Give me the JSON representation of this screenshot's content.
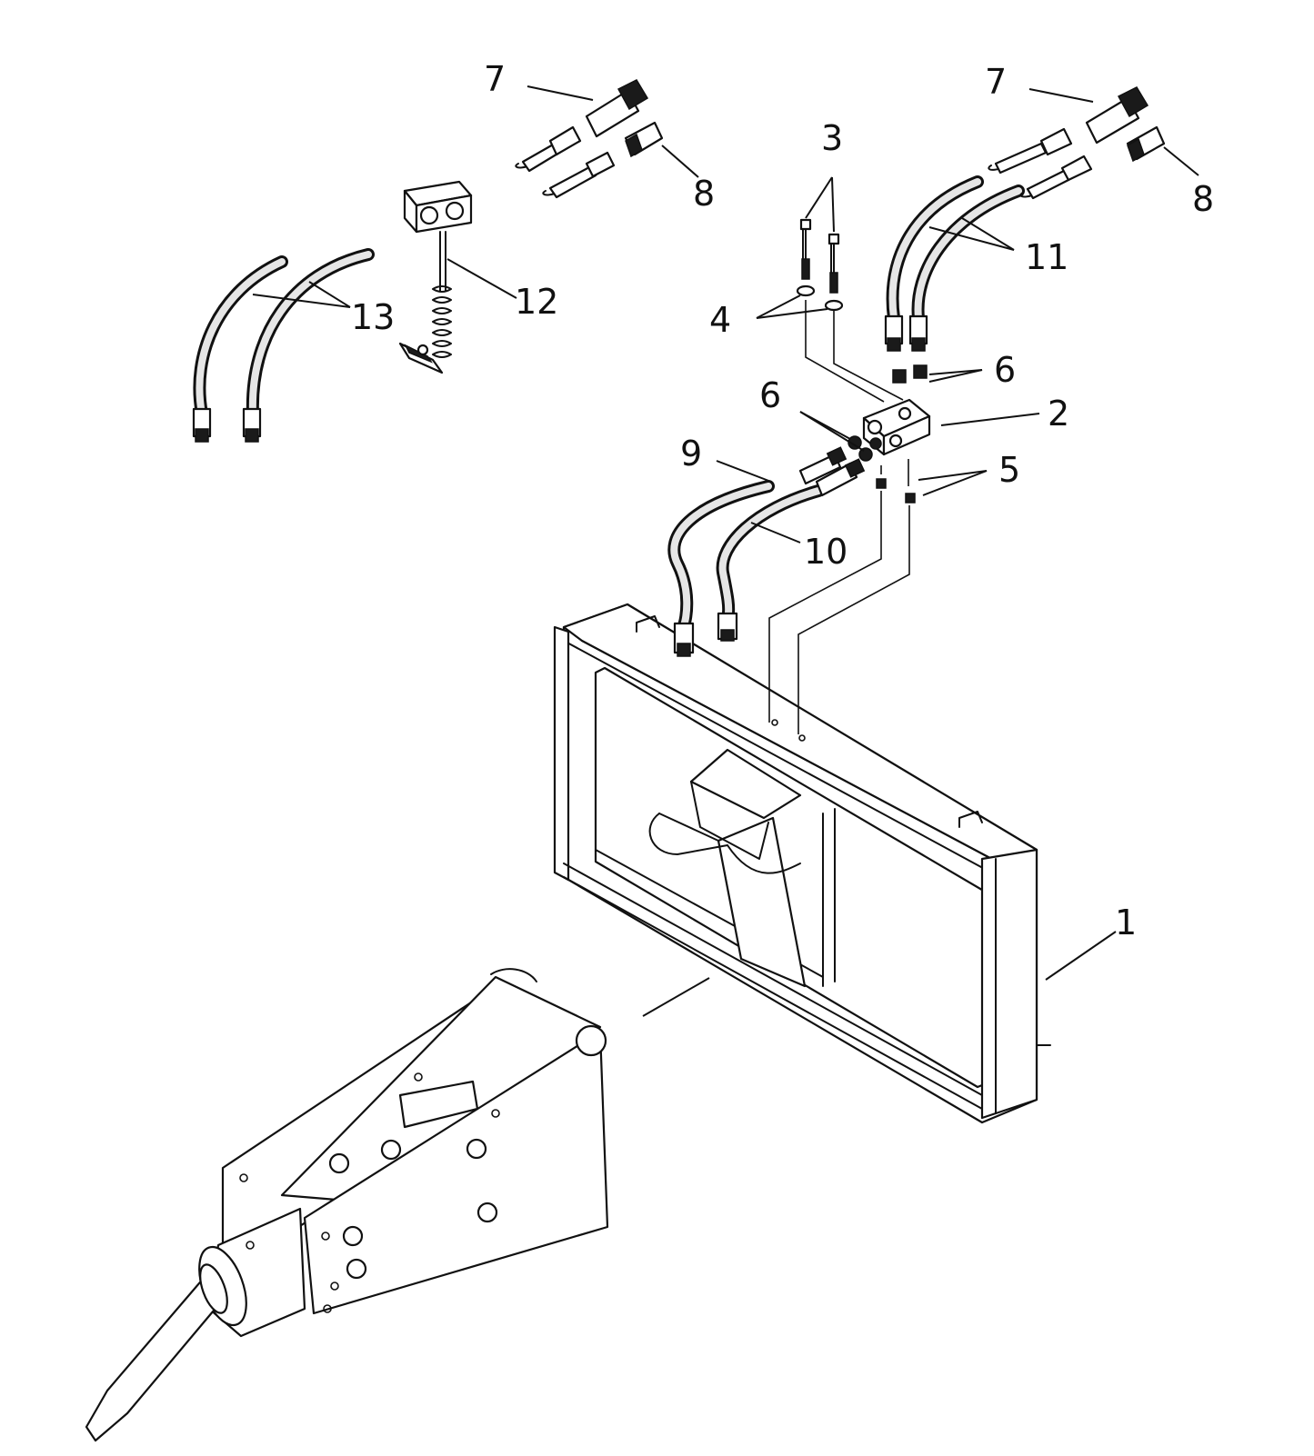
{
  "callouts": {
    "c1": "1",
    "c2": "2",
    "c3": "3",
    "c4": "4",
    "c5": "5",
    "c6a": "6",
    "c6b": "6",
    "c7a": "7",
    "c7b": "7",
    "c8a": "8",
    "c8b": "8",
    "c9": "9",
    "c10": "10",
    "c11": "11",
    "c12": "12",
    "c13": "13"
  }
}
